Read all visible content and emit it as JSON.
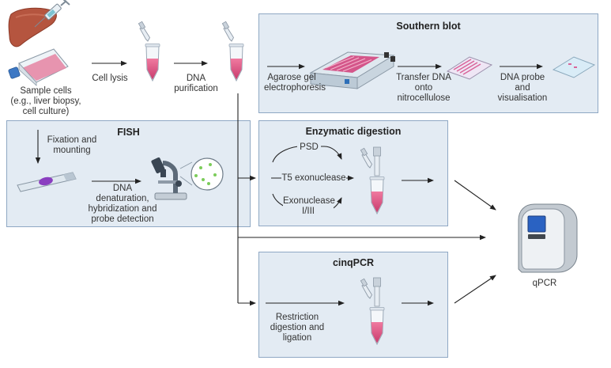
{
  "sample": {
    "label": "Sample cells\n(e.g., liver biopsy,\ncell culture)"
  },
  "steps": {
    "cell_lysis": "Cell lysis",
    "dna_purification": "DNA\npurification"
  },
  "southern_blot": {
    "title": "Southern blot",
    "electrophoresis": "Agarose gel\nelectrophoresis",
    "transfer": "Transfer DNA\nonto\nnitrocellulose",
    "probe": "DNA probe\nand\nvisualisation"
  },
  "fish": {
    "title": "FISH",
    "fixation": "Fixation and\nmounting",
    "detection": "DNA\ndenaturation,\nhybridization and\nprobe detection"
  },
  "enzymatic_digestion": {
    "title": "Enzymatic digestion",
    "psd": "PSD",
    "t5": "T5 exonuclease",
    "exo": "Exonuclease\nI/III"
  },
  "cinqpcr": {
    "title": "cinqPCR",
    "restriction": "Restriction\ndigestion and\nligation"
  },
  "qpcr": {
    "label": "qPCR"
  },
  "colors": {
    "panel_fill": "#e3ebf3",
    "panel_border": "#8fa8c4",
    "arrow": "#222222",
    "sample_pink": "#d6507e",
    "liver": "#b5553f",
    "fluorescent_dot": "#7ccc5a"
  },
  "icons": [
    "liver-icon",
    "syringe-icon",
    "culture-flask-icon",
    "tube-icon",
    "gel-box-icon",
    "membrane-icon",
    "microscope-icon",
    "slide-icon",
    "qpcr-machine-icon"
  ]
}
